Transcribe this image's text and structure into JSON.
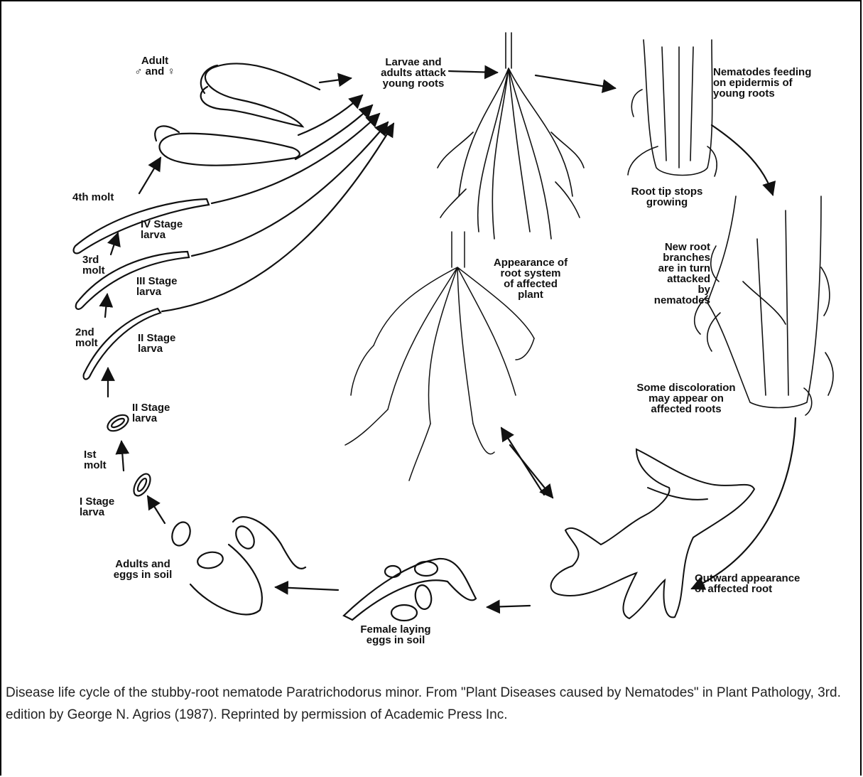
{
  "figure": {
    "labels": {
      "adult": "Adult\n♂ and ♀",
      "larvae_attack": "Larvae and\nadults attack\nyoung roots",
      "feeding": "Nematodes feeding\non epidermis of\nyoung roots",
      "fourth_molt": "4th molt",
      "stage4": "IV Stage\nlarva",
      "third_molt": "3rd\nmolt",
      "stage3": "III Stage\nlarva",
      "second_molt": "2nd\nmolt",
      "stage2a": "II Stage\nlarva",
      "stage2b": "II Stage\nlarva",
      "first_molt": "Ist\nmolt",
      "stage1": "I Stage\nlarva",
      "adults_eggs": "Adults and\neggs in soil",
      "female_laying": "Female laying\neggs in soil",
      "root_tip": "Root tip stops\ngrowing",
      "appearance_system": "Appearance of\nroot system\nof affected\nplant",
      "new_branches": "New root\nbranches\nare in turn\nattacked\nby\nnematodes",
      "discoloration": "Some discoloration\nmay appear on\naffected roots",
      "outward": "Outward appearance\nof affected root"
    }
  },
  "caption": "Disease life cycle of the stubby-root nematode Paratrichodorus minor. From \"Plant Diseases caused by Nematodes\" in Plant Pathology, 3rd. edition by George N. Agrios (1987). Reprinted by permission of Academic Press Inc."
}
